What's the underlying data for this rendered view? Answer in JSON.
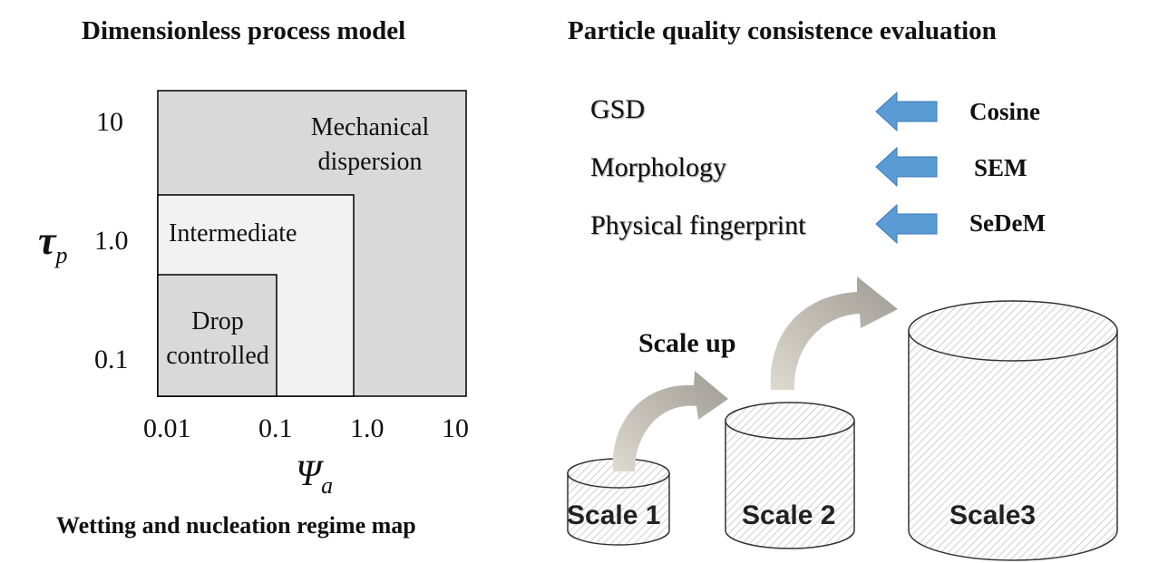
{
  "left_panel": {
    "title": "Dimensionless process model",
    "caption": "Wetting and nucleation regime map",
    "y_axis": {
      "symbol": "τ",
      "subscript": "p",
      "ticks": [
        "10",
        "1.0",
        "0.1"
      ]
    },
    "x_axis": {
      "symbol": "Ψ",
      "subscript": "a",
      "ticks": [
        "0.01",
        "0.1",
        "1.0",
        "10"
      ]
    },
    "regions": {
      "mechanical": {
        "line1": "Mechanical",
        "line2": "dispersion",
        "fill": "#d9d9d9"
      },
      "intermediate": {
        "label": "Intermediate",
        "fill": "#f2f2f2"
      },
      "drop": {
        "line1": "Drop",
        "line2": "controlled",
        "fill": "#d9d9d9"
      }
    }
  },
  "right_panel": {
    "title": "Particle quality consistence evaluation",
    "properties": [
      {
        "name": "GSD",
        "method": "Cosine"
      },
      {
        "name": "Morphology",
        "method": "SEM"
      },
      {
        "name": "Physical fingerprint",
        "method": "SeDeM"
      }
    ],
    "arrow_color": "#5b9bd5",
    "scale_up_label": "Scale up",
    "scales": [
      "Scale 1",
      "Scale 2",
      "Scale3"
    ]
  }
}
